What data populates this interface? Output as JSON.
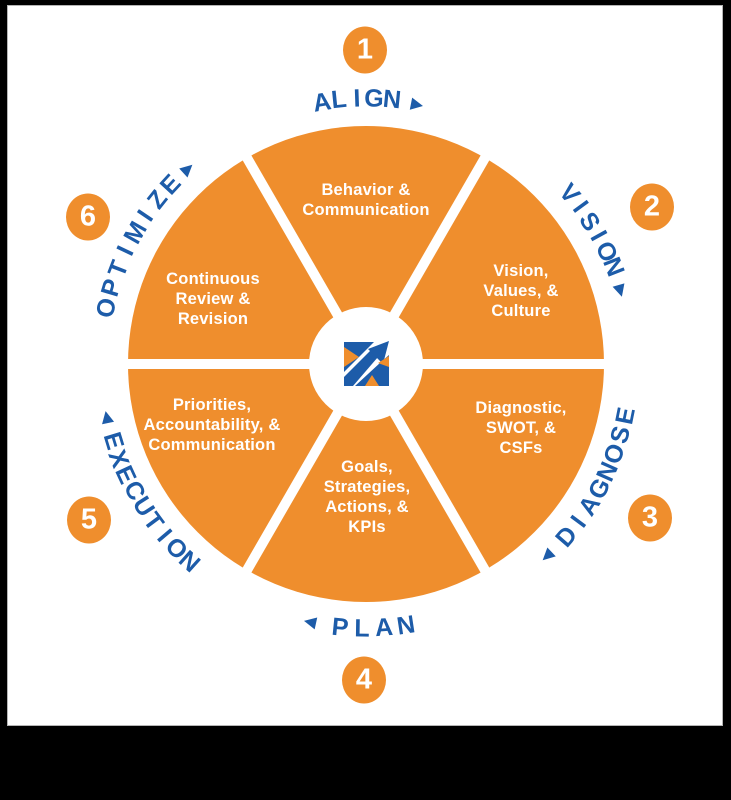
{
  "diagram": {
    "name": "strategic-planning-cycle",
    "center_icon": "arrow-up-right-logo",
    "flow_arrow_icon": "triangle-flow-arrow",
    "colors": {
      "orange": "#EF8E2D",
      "blue": "#1D5CA9",
      "canvas": "#FFFFFF",
      "frame": "#000000"
    },
    "phases": [
      {
        "number": "1",
        "label": "ALIGN",
        "segment_text": "Behavior &\nCommunication"
      },
      {
        "number": "2",
        "label": "VISION",
        "segment_text": "Vision,\nValues, &\nCulture"
      },
      {
        "number": "3",
        "label": "DIAGNOSE",
        "segment_text": "Diagnostic,\nSWOT, &\nCSFs"
      },
      {
        "number": "4",
        "label": "PLAN",
        "segment_text": "Goals,\nStrategies,\nActions, &\nKPIs"
      },
      {
        "number": "5",
        "label": "EXECUTION",
        "segment_text": "Priorities,\nAccountability, &\nCommunication"
      },
      {
        "number": "6",
        "label": "OPTIMIZE",
        "segment_text": "Continuous\nReview &\nRevision"
      }
    ]
  }
}
